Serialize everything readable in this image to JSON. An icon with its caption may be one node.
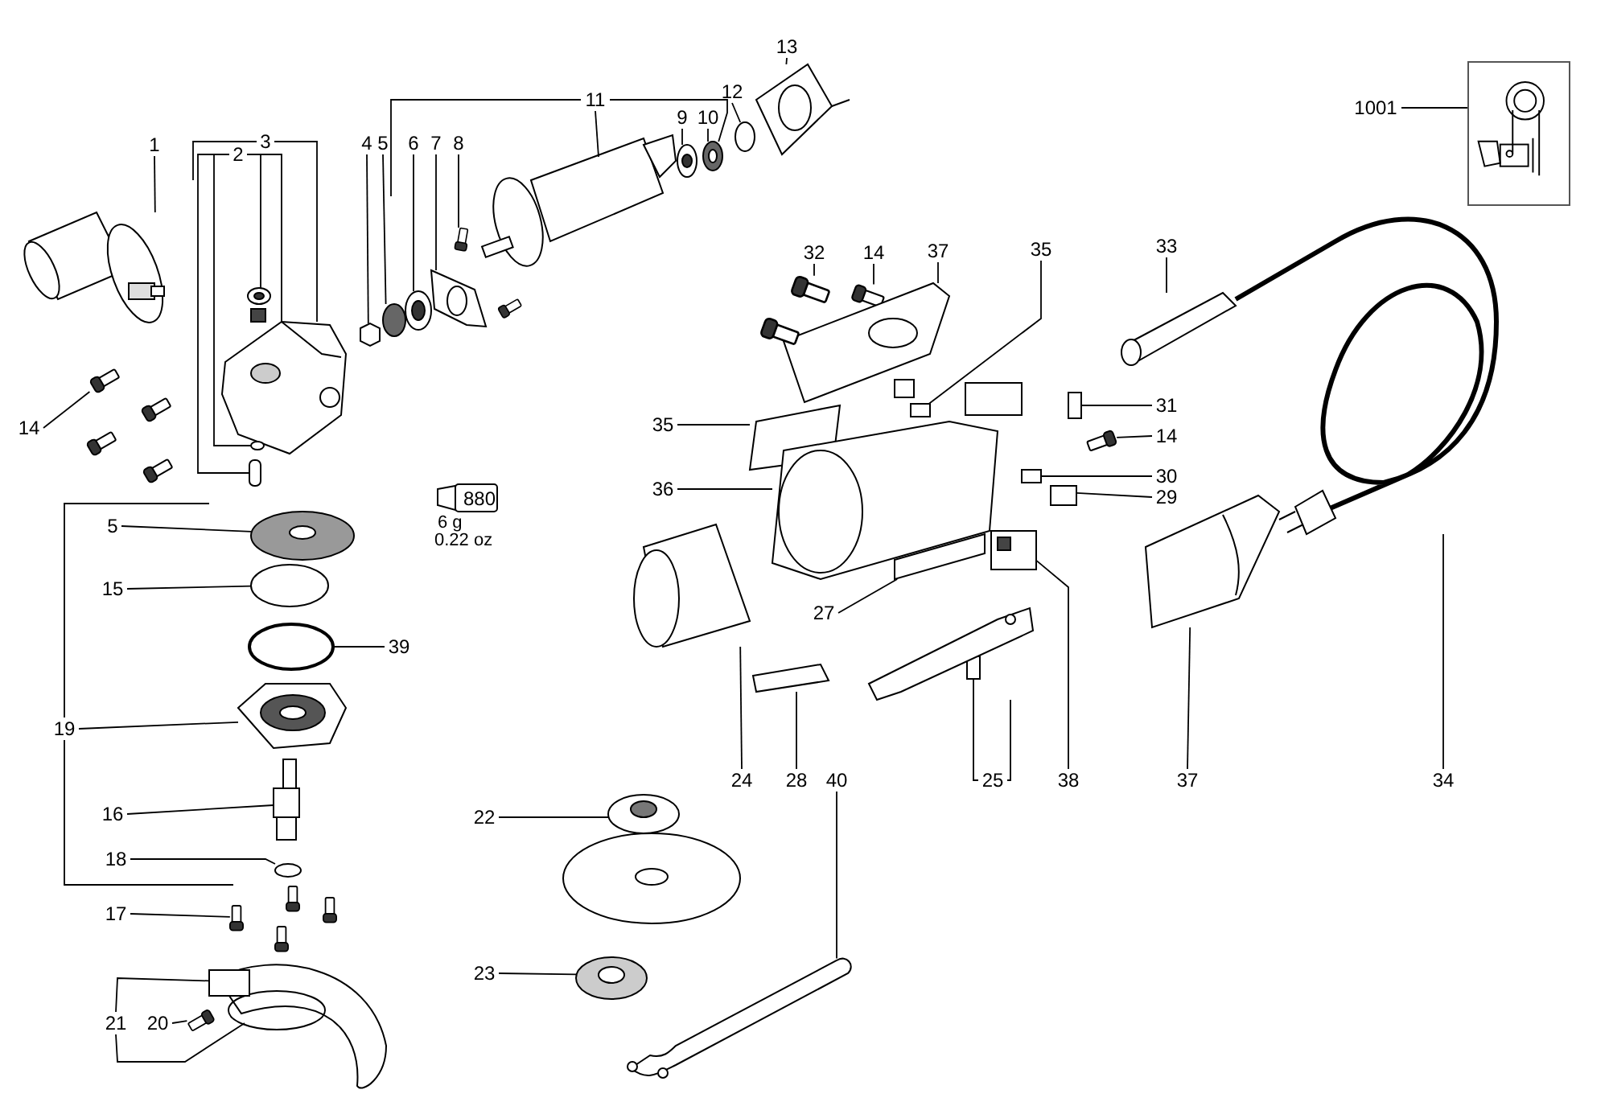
{
  "diagram": {
    "nodes": [
      {
        "text": [
          "1"
        ]
      },
      {
        "text": [
          "3"
        ]
      },
      {
        "text": [
          "2"
        ]
      },
      {
        "text": [
          "4"
        ]
      },
      {
        "text": [
          "5"
        ]
      },
      {
        "text": [
          "6"
        ]
      },
      {
        "text": [
          "7"
        ]
      },
      {
        "text": [
          "8"
        ]
      },
      {
        "text": [
          "11"
        ]
      },
      {
        "text": [
          "9"
        ]
      },
      {
        "text": [
          "10"
        ]
      },
      {
        "text": [
          "12"
        ]
      },
      {
        "text": [
          "13"
        ]
      },
      {
        "text": [
          "1001"
        ]
      },
      {
        "text": [
          "32"
        ]
      },
      {
        "text": [
          "14"
        ]
      },
      {
        "text": [
          "37"
        ]
      },
      {
        "text": [
          "35"
        ]
      },
      {
        "text": [
          "33"
        ]
      },
      {
        "text": [
          "14"
        ]
      },
      {
        "text": [
          "31"
        ]
      },
      {
        "text": [
          "35"
        ]
      },
      {
        "text": [
          "14"
        ]
      },
      {
        "text": [
          "30"
        ]
      },
      {
        "text": [
          "36"
        ]
      },
      {
        "text": [
          "29"
        ]
      },
      {
        "text": [
          "5"
        ]
      },
      {
        "text": [
          "15"
        ]
      },
      {
        "text": [
          "27"
        ]
      },
      {
        "text": [
          "39"
        ]
      },
      {
        "text": [
          "19"
        ]
      },
      {
        "text": [
          "24"
        ]
      },
      {
        "text": [
          "28"
        ]
      },
      {
        "text": [
          "40"
        ]
      },
      {
        "text": [
          "25"
        ]
      },
      {
        "text": [
          "38"
        ]
      },
      {
        "text": [
          "37"
        ]
      },
      {
        "text": [
          "34"
        ]
      },
      {
        "text": [
          "16"
        ]
      },
      {
        "text": [
          "22"
        ]
      },
      {
        "text": [
          "18"
        ]
      },
      {
        "text": [
          "17"
        ]
      },
      {
        "text": [
          "23"
        ]
      },
      {
        "text": [
          "21"
        ]
      },
      {
        "text": [
          "20"
        ]
      },
      {
        "text": [],
        "shape": "picture"
      },
      {
        "text": [],
        "shape": "picture"
      },
      {
        "text": [],
        "shape": "picture"
      },
      {
        "text": [],
        "shape": "box"
      },
      {
        "text": [],
        "shape": "circle"
      },
      {
        "text": [],
        "shape": "circle"
      },
      {
        "text": [],
        "shape": "box"
      },
      {
        "text": [],
        "shape": "circle"
      },
      {
        "text": [],
        "shape": "circle"
      },
      {
        "text": [],
        "shape": "picture"
      },
      {
        "text": [],
        "shape": "box"
      },
      {
        "text": [],
        "shape": "picture"
      },
      {
        "text": [],
        "shape": "circle"
      },
      {
        "text": [],
        "shape": "circle"
      },
      {
        "text": [],
        "shape": "circle"
      },
      {
        "text": [],
        "shape": "picture"
      },
      {
        "text": [],
        "shape": "box"
      },
      {
        "text": [],
        "shape": "box"
      },
      {
        "text": [],
        "shape": "picture"
      },
      {
        "text": [],
        "shape": "box"
      },
      {
        "text": [],
        "shape": "picture"
      },
      {
        "text": [],
        "shape": "box"
      },
      {
        "text": [],
        "shape": "box"
      },
      {
        "text": [],
        "shape": "box"
      },
      {
        "text": [],
        "shape": "box"
      },
      {
        "text": [],
        "shape": "box"
      },
      {
        "text": [],
        "shape": "picture"
      },
      {
        "text": [],
        "shape": "box"
      },
      {
        "text": [],
        "shape": "circle"
      },
      {
        "text": [],
        "shape": "circle"
      },
      {
        "text": [],
        "shape": "box"
      },
      {
        "text": [],
        "shape": "circle"
      },
      {
        "text": [],
        "shape": "picture"
      },
      {
        "text": [],
        "shape": "picture"
      },
      {
        "text": [],
        "shape": "box"
      },
      {
        "text": [],
        "shape": "picture"
      },
      {
        "text": [],
        "shape": "box"
      },
      {
        "text": [],
        "shape": "picture"
      },
      {
        "text": [],
        "shape": "box"
      },
      {
        "text": [],
        "shape": "picture"
      },
      {
        "text": [],
        "shape": "box"
      },
      {
        "text": [],
        "shape": "circle"
      },
      {
        "text": [],
        "shape": "circle"
      },
      {
        "text": [],
        "shape": "box"
      },
      {
        "text": [],
        "shape": "circle"
      },
      {
        "text": [],
        "shape": "picture"
      },
      {
        "text": [],
        "shape": "box"
      },
      {
        "text": [],
        "shape": "picture"
      },
      {
        "text": [],
        "shape": "box"
      },
      {
        "text": [],
        "shape": "box"
      },
      {
        "text": [],
        "shape": "box"
      },
      {
        "text": [],
        "shape": "box"
      },
      {
        "text": [],
        "shape": "box"
      },
      {
        "text": [],
        "shape": "box"
      },
      {
        "text": [],
        "shape": "box"
      },
      {
        "text": [],
        "shape": "box"
      },
      {
        "text": [],
        "shape": "box"
      },
      {
        "text": [],
        "shape": "circle"
      },
      {
        "text": [],
        "shape": "box"
      },
      {
        "text": [],
        "shape": "box"
      },
      {
        "text": [],
        "shape": "box"
      }
    ],
    "edges": [
      {
        "from": 0,
        "to": 46,
        "arrow": "none"
      },
      {
        "from": 1,
        "to": null,
        "arrow": "none"
      },
      {
        "from": 1,
        "to": 47,
        "arrow": "none"
      },
      {
        "from": 2,
        "to": 48,
        "arrow": "none"
      },
      {
        "from": 2,
        "to": 49,
        "arrow": "none"
      },
      {
        "from": 2,
        "to": 50,
        "arrow": "none"
      },
      {
        "from": 2,
        "to": 47,
        "arrow": "none"
      },
      {
        "from": 3,
        "to": 51,
        "arrow": "none"
      },
      {
        "from": 4,
        "to": 52,
        "arrow": "none"
      },
      {
        "from": 5,
        "to": 53,
        "arrow": "none"
      },
      {
        "from": 6,
        "to": 54,
        "arrow": "none"
      },
      {
        "from": 7,
        "to": 55,
        "arrow": "none"
      },
      {
        "from": 8,
        "to": null,
        "arrow": "none"
      },
      {
        "from": 8,
        "to": 58,
        "arrow": "none"
      },
      {
        "from": 8,
        "to": 56,
        "arrow": "none"
      },
      {
        "from": 9,
        "to": 57,
        "arrow": "none"
      },
      {
        "from": 10,
        "to": 58,
        "arrow": "none"
      },
      {
        "from": 11,
        "to": 59,
        "arrow": "none"
      },
      {
        "from": 12,
        "to": 60,
        "arrow": "none"
      },
      {
        "from": 13,
        "to": 45,
        "arrow": "none"
      },
      {
        "from": 14,
        "to": 61,
        "arrow": "none"
      },
      {
        "from": 15,
        "to": 62,
        "arrow": "none"
      },
      {
        "from": 16,
        "to": 63,
        "arrow": "none"
      },
      {
        "from": 17,
        "to": 64,
        "arrow": "none"
      },
      {
        "from": 18,
        "to": 65,
        "arrow": "none"
      },
      {
        "from": 19,
        "to": 66,
        "arrow": "none"
      },
      {
        "from": 20,
        "to": 67,
        "arrow": "none"
      },
      {
        "from": 21,
        "to": 68,
        "arrow": "none"
      },
      {
        "from": 22,
        "to": 69,
        "arrow": "none"
      },
      {
        "from": 23,
        "to": 70,
        "arrow": "none"
      },
      {
        "from": 24,
        "to": 71,
        "arrow": "none"
      },
      {
        "from": 25,
        "to": 72,
        "arrow": "none"
      },
      {
        "from": 26,
        "to": 73,
        "arrow": "none"
      },
      {
        "from": 27,
        "to": 74,
        "arrow": "none"
      },
      {
        "from": 28,
        "to": 75,
        "arrow": "none"
      },
      {
        "from": 29,
        "to": 76,
        "arrow": "none"
      },
      {
        "from": 30,
        "to": 77,
        "arrow": "none"
      },
      {
        "from": 30,
        "to": null,
        "arrow": "none"
      },
      {
        "from": 30,
        "to": null,
        "arrow": "none"
      },
      {
        "from": 31,
        "to": 78,
        "arrow": "none"
      },
      {
        "from": 32,
        "to": 79,
        "arrow": "none"
      },
      {
        "from": 33,
        "to": 80,
        "arrow": "none"
      },
      {
        "from": 34,
        "to": 81,
        "arrow": "none"
      },
      {
        "from": 34,
        "to": 82,
        "arrow": "none"
      },
      {
        "from": 35,
        "to": 83,
        "arrow": "none"
      },
      {
        "from": 36,
        "to": 84,
        "arrow": "none"
      },
      {
        "from": 37,
        "to": 92,
        "arrow": "none"
      },
      {
        "from": 38,
        "to": 85,
        "arrow": "none"
      },
      {
        "from": 39,
        "to": 86,
        "arrow": "none"
      },
      {
        "from": 40,
        "to": 87,
        "arrow": "none"
      },
      {
        "from": 41,
        "to": 88,
        "arrow": "none"
      },
      {
        "from": 42,
        "to": 89,
        "arrow": "none"
      },
      {
        "from": 43,
        "to": 90,
        "arrow": "none"
      },
      {
        "from": 43,
        "to": 90,
        "arrow": "none"
      },
      {
        "from": 44,
        "to": 91,
        "arrow": "none"
      }
    ],
    "labels": [
      "880",
      "6 g",
      "0.22 oz"
    ]
  }
}
